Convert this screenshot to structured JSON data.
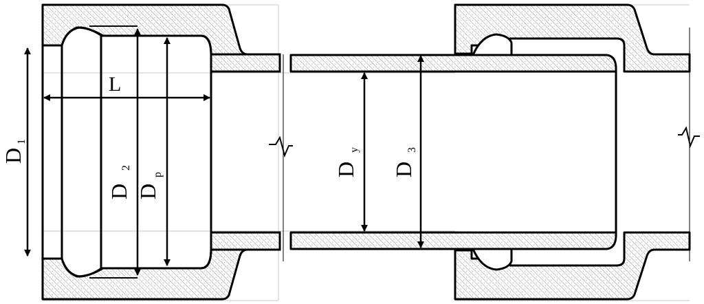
{
  "labels": {
    "length": "L",
    "d1_main": "D",
    "d1_sub": "1",
    "d2_main": "D",
    "d2_sub": "2",
    "dp_main": "D",
    "dp_sub": "p",
    "dy_main": "D",
    "dy_sub": "y",
    "d3_main": "D",
    "d3_sub": "3"
  },
  "colors": {
    "line": "#000000",
    "hatch": "#707070",
    "background": "#ffffff"
  }
}
